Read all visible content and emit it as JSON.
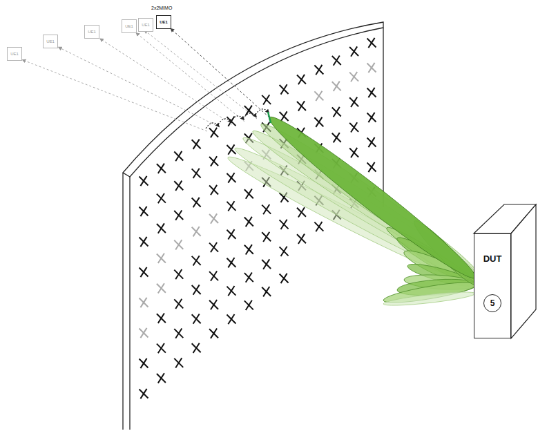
{
  "diagram": {
    "nodes": [
      {
        "text": [
          "UE1"
        ]
      },
      {
        "text": [
          "UE1"
        ]
      },
      {
        "text": [
          "UE1"
        ]
      },
      {
        "text": [
          "UE1"
        ]
      },
      {
        "text": [
          "UE1"
        ]
      },
      {
        "text": [
          "UE1"
        ]
      },
      {
        "text": [
          "DUT"
        ]
      },
      {
        "text": [
          "5"
        ],
        "in": 6
      }
    ],
    "labels": [
      "2x2MIMO"
    ]
  }
}
